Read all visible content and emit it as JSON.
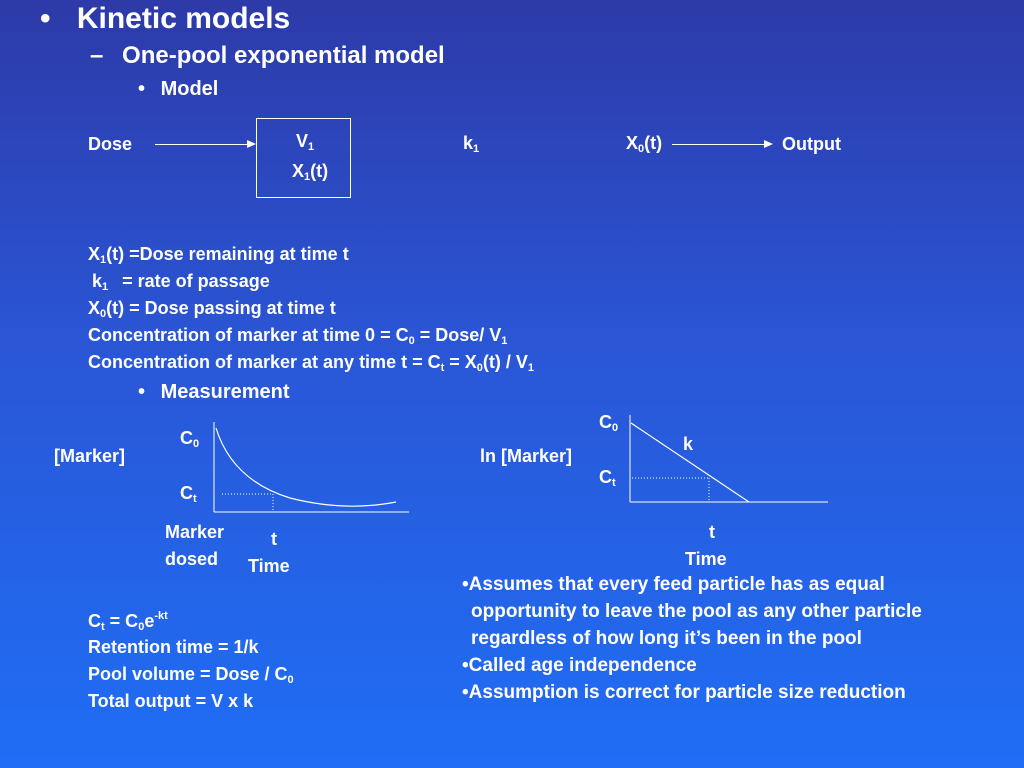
{
  "heading": {
    "level1_bullet": "•",
    "level1": "Kinetic models",
    "level2_bullet": "–",
    "level2": "One-pool exponential model",
    "level3_bullet": "•",
    "level3_model": "Model"
  },
  "diagram": {
    "dose": "Dose",
    "v_main": "V",
    "v_sub": "1",
    "x1_main": "X",
    "x1_sub": "1",
    "x1_tail": "(t)",
    "k_main": "k",
    "k_sub": "1",
    "x0_main": "X",
    "x0_sub": "0",
    "x0_tail": "(t)",
    "output": "Output"
  },
  "definitions": {
    "line1": {
      "a": "X",
      "a_sub": "1",
      "b": "(t) =Dose remaining at time t"
    },
    "line2": {
      "a": "k",
      "a_sub": "1",
      "b": "= rate of passage"
    },
    "line3": {
      "a": "X",
      "a_sub": "0",
      "b": "(t) = Dose passing at time t"
    },
    "line4": {
      "a": "Concentration of marker at time 0 = C",
      "a_sub": "0",
      "b": " = Dose/ V",
      "b_sub": "1"
    },
    "line5": {
      "a": "Concentration of marker at any time t = C",
      "a_sub": "t",
      "b": " = X",
      "b_sub": "0",
      "c": "(t) / V",
      "c_sub": "1"
    }
  },
  "measurement": {
    "bullet": "•",
    "label": "Measurement"
  },
  "graph_left": {
    "y_label": "[Marker]",
    "c0_main": "C",
    "c0_sub": "0",
    "ct_main": "C",
    "ct_sub": "t",
    "marker_dosed_1": "Marker",
    "marker_dosed_2": "dosed",
    "t_label": "t",
    "time_label": "Time"
  },
  "graph_right": {
    "y_label": "ln [Marker]",
    "c0_main": "C",
    "c0_sub": "0",
    "k_label": "k",
    "ct_main": "C",
    "ct_sub": "t",
    "t_label": "t",
    "time_label": "Time"
  },
  "formulas": {
    "f1": {
      "a": "C",
      "a_sub": "t",
      "b": " = C",
      "b_sub": "0",
      "c": "e",
      "c_sup": "-kt"
    },
    "f2": "Retention time = 1/k",
    "f3": {
      "a": "Pool volume = Dose / C",
      "a_sub": "0"
    },
    "f4": "Total output = V x k"
  },
  "assumptions": [
    "•Assumes that every feed particle has as equal opportunity to leave the pool as any other particle regardless of how long it’s been in the pool",
    "•Called age independence",
    "•Assumption is correct for particle size reduction"
  ]
}
